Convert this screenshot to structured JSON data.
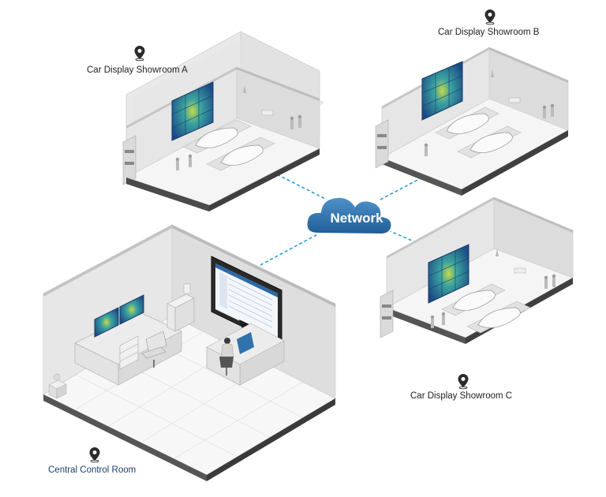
{
  "network": {
    "label": "Network"
  },
  "sites": {
    "showroom_a": {
      "label": "Car Display Showroom A"
    },
    "showroom_b": {
      "label": "Car Display Showroom B"
    },
    "showroom_c": {
      "label": "Car Display Showroom C"
    },
    "control_room": {
      "label": "Central Control Room"
    }
  },
  "colors": {
    "cloud": "#2f72ad",
    "link": "#2a9fd6",
    "wall": "#e8e8e8",
    "floor": "#f6f6f6",
    "video_wall": "#1f4e87",
    "control_label": "#1d3f6e"
  }
}
